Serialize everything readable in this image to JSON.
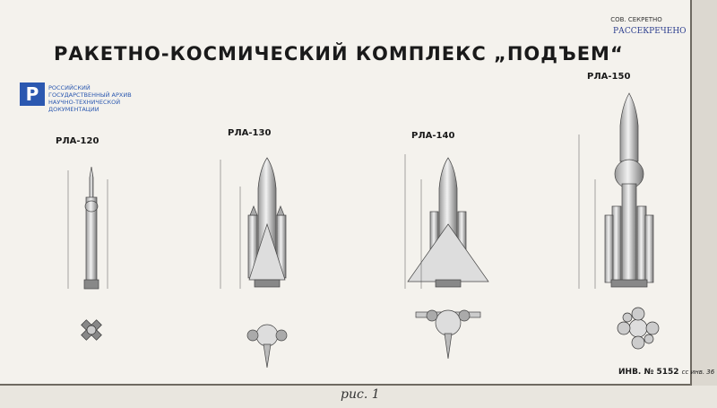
{
  "header": {
    "classification": "СОВ. СЕКРЕТНО",
    "stamp": "РАССЕКРЕЧЕНО",
    "title": "РАКЕТНО-КОСМИЧЕСКИЙ КОМПЛЕКС „ПОДЪЕМ“"
  },
  "archive": {
    "logo_letter": "Р",
    "lines": [
      "РОССИЙСКИЙ",
      "ГОСУДАРСТВЕННЫЙ АРХИВ",
      "НАУЧНО-ТЕХНИЧЕСКОЙ",
      "ДОКУМЕНТАЦИИ"
    ],
    "color": "#2b58b0"
  },
  "rockets": [
    {
      "label": "РЛА-120"
    },
    {
      "label": "РЛА-130"
    },
    {
      "label": "РЛА-140"
    },
    {
      "label": "РЛА-150"
    }
  ],
  "footer": {
    "inventory": "ИНВ. № 5152",
    "inventory_note": "сс  инв. 36",
    "handwritten": "рис. 1"
  }
}
